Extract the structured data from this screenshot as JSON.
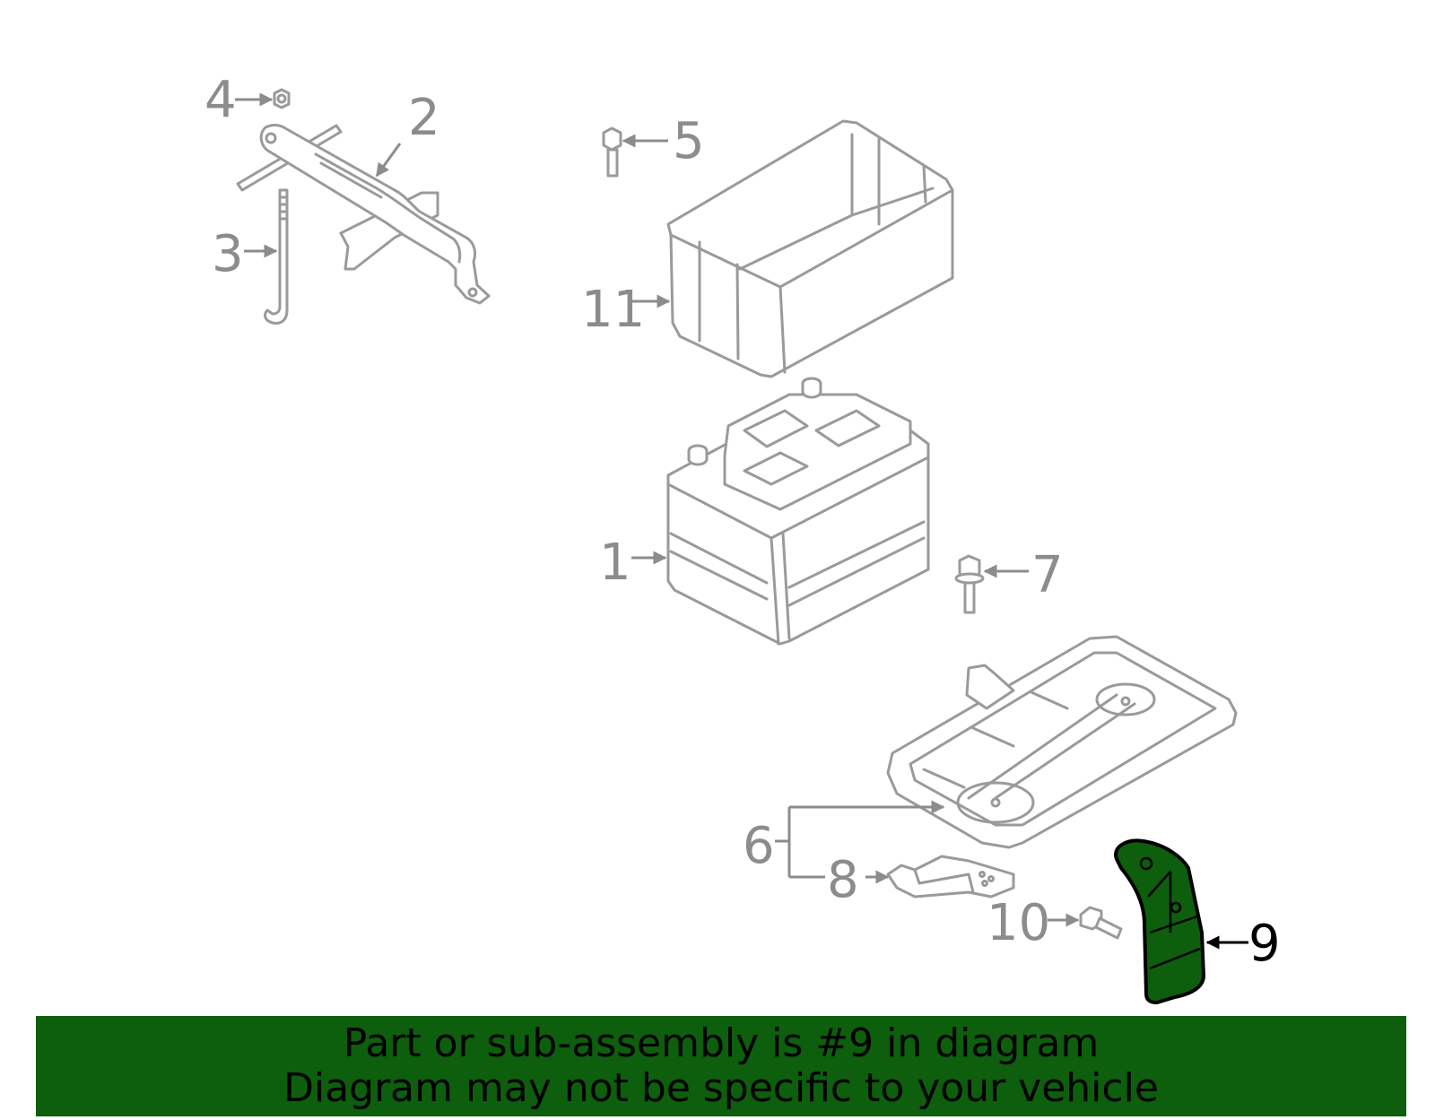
{
  "diagram": {
    "highlight_color": "#0d5e0d",
    "line_color": "#9a9a9a",
    "callouts": [
      {
        "id": "1",
        "label": "1",
        "part": "battery"
      },
      {
        "id": "2",
        "label": "2",
        "part": "hold-down-bracket"
      },
      {
        "id": "3",
        "label": "3",
        "part": "hold-down-rod"
      },
      {
        "id": "4",
        "label": "4",
        "part": "nut"
      },
      {
        "id": "5",
        "label": "5",
        "part": "bolt"
      },
      {
        "id": "6",
        "label": "6",
        "part": "battery-tray"
      },
      {
        "id": "7",
        "label": "7",
        "part": "flange-bolt"
      },
      {
        "id": "8",
        "label": "8",
        "part": "tray-bracket"
      },
      {
        "id": "9",
        "label": "9",
        "part": "support-bracket",
        "highlighted": true
      },
      {
        "id": "10",
        "label": "10",
        "part": "bolt"
      },
      {
        "id": "11",
        "label": "11",
        "part": "insulator-cover"
      }
    ]
  },
  "banner": {
    "background": "#0d5e0d",
    "line1": "Part or sub-assembly is #9 in diagram",
    "line2": "Diagram may not be specific to your vehicle"
  }
}
